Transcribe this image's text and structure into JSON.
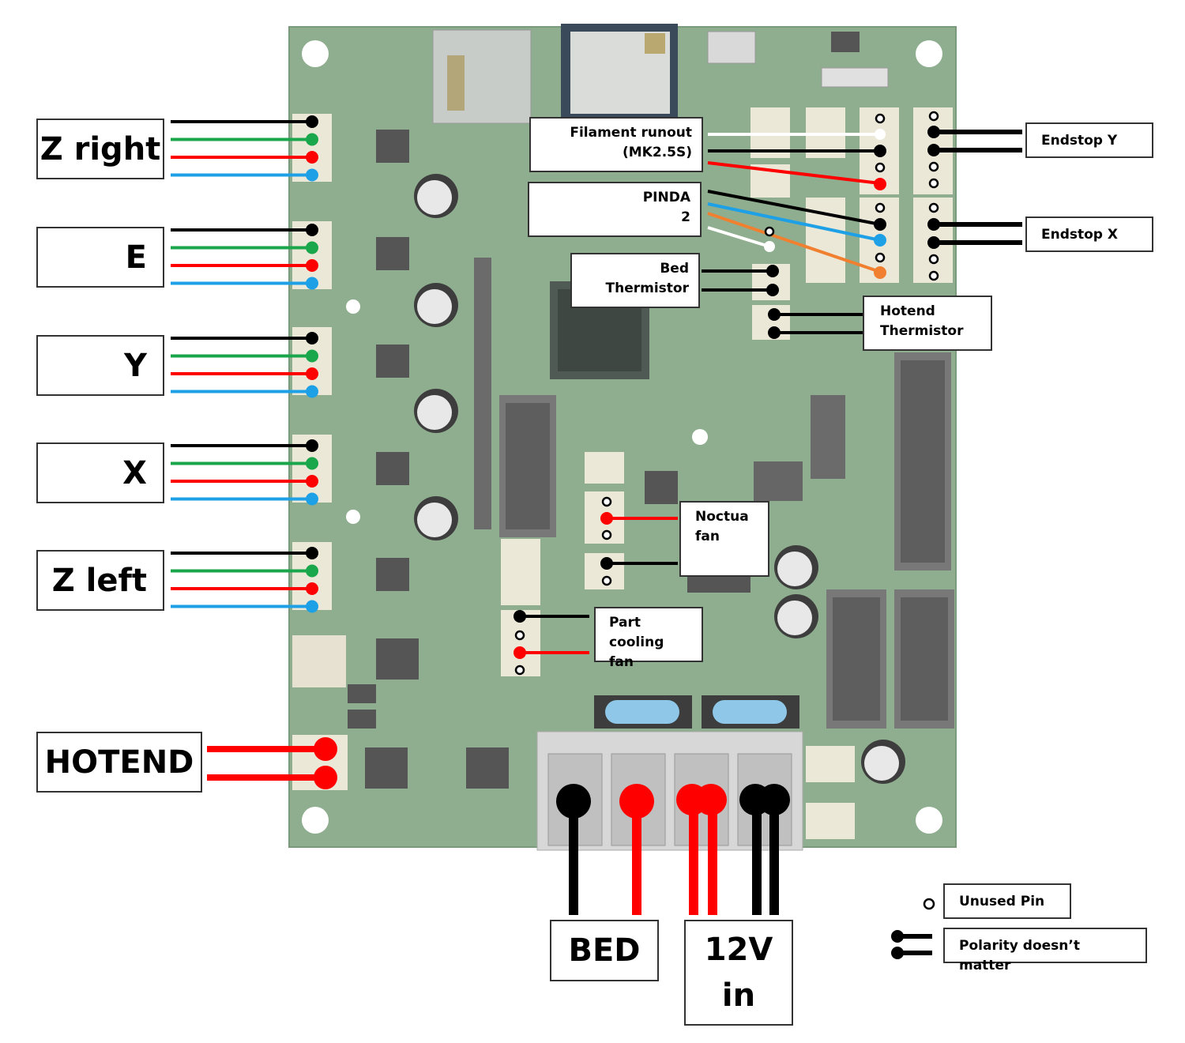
{
  "motor_labels": {
    "z_right": "Z right",
    "e": "E",
    "y": "Y",
    "x": "X",
    "z_left": "Z left"
  },
  "hotend_label": "HOTEND",
  "bed_label": "BED",
  "power_label": [
    "12V",
    "in"
  ],
  "connector_labels": {
    "filament_runout": [
      "Filament runout",
      "(MK2.5S)"
    ],
    "pinda": [
      "PINDA",
      "2"
    ],
    "bed_thermistor": [
      "Bed",
      "Thermistor"
    ],
    "hotend_thermistor": [
      "Hotend",
      "Thermistor"
    ],
    "endstop_y": "Endstop Y",
    "endstop_x": "Endstop X",
    "noctua_fan": [
      "Noctua",
      "fan"
    ],
    "part_cooling_fan": [
      "Part",
      "cooling fan"
    ]
  },
  "legend": {
    "unused_pin": "Unused Pin",
    "polarity": "Polarity doesn’t matter"
  },
  "colors": {
    "board": "#8fae8f",
    "board_dark": "#6f8f72",
    "black": "#000000",
    "green": "#1aa64a",
    "red": "#ff0000",
    "blue": "#1ea0e6",
    "orange": "#f08030",
    "white": "#ffffff"
  }
}
